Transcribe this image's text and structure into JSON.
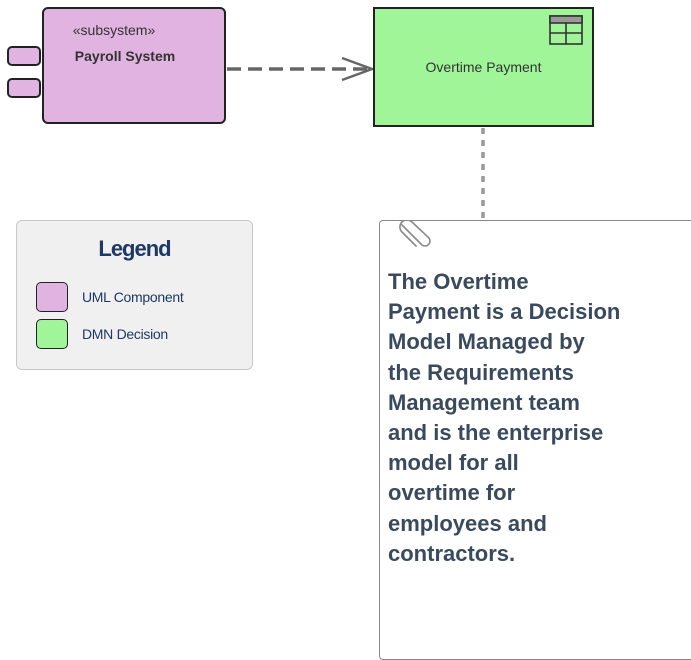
{
  "component": {
    "stereotype": "«subsystem»",
    "name": "Payroll System",
    "fill": "#e0b3e0"
  },
  "decision": {
    "name": "Overtime Payment",
    "fill": "#a0f599",
    "icon": "decision-table-icon"
  },
  "legend": {
    "title": "Legend",
    "items": [
      {
        "label": "UML Component",
        "color": "#e0b3e0"
      },
      {
        "label": "DMN Decision",
        "color": "#a0f599"
      }
    ]
  },
  "note": {
    "text": "The Overtime\nPayment is a Decision\nModel Managed by\nthe Requirements\nManagement team\nand is the enterprise\nmodel for all\novertime for\nemployees and\ncontractors.",
    "icon": "paperclip-icon"
  },
  "connectors": [
    {
      "from": "component",
      "to": "decision",
      "style": "dashed-open-arrow"
    },
    {
      "from": "decision",
      "to": "note",
      "style": "dotted"
    }
  ]
}
